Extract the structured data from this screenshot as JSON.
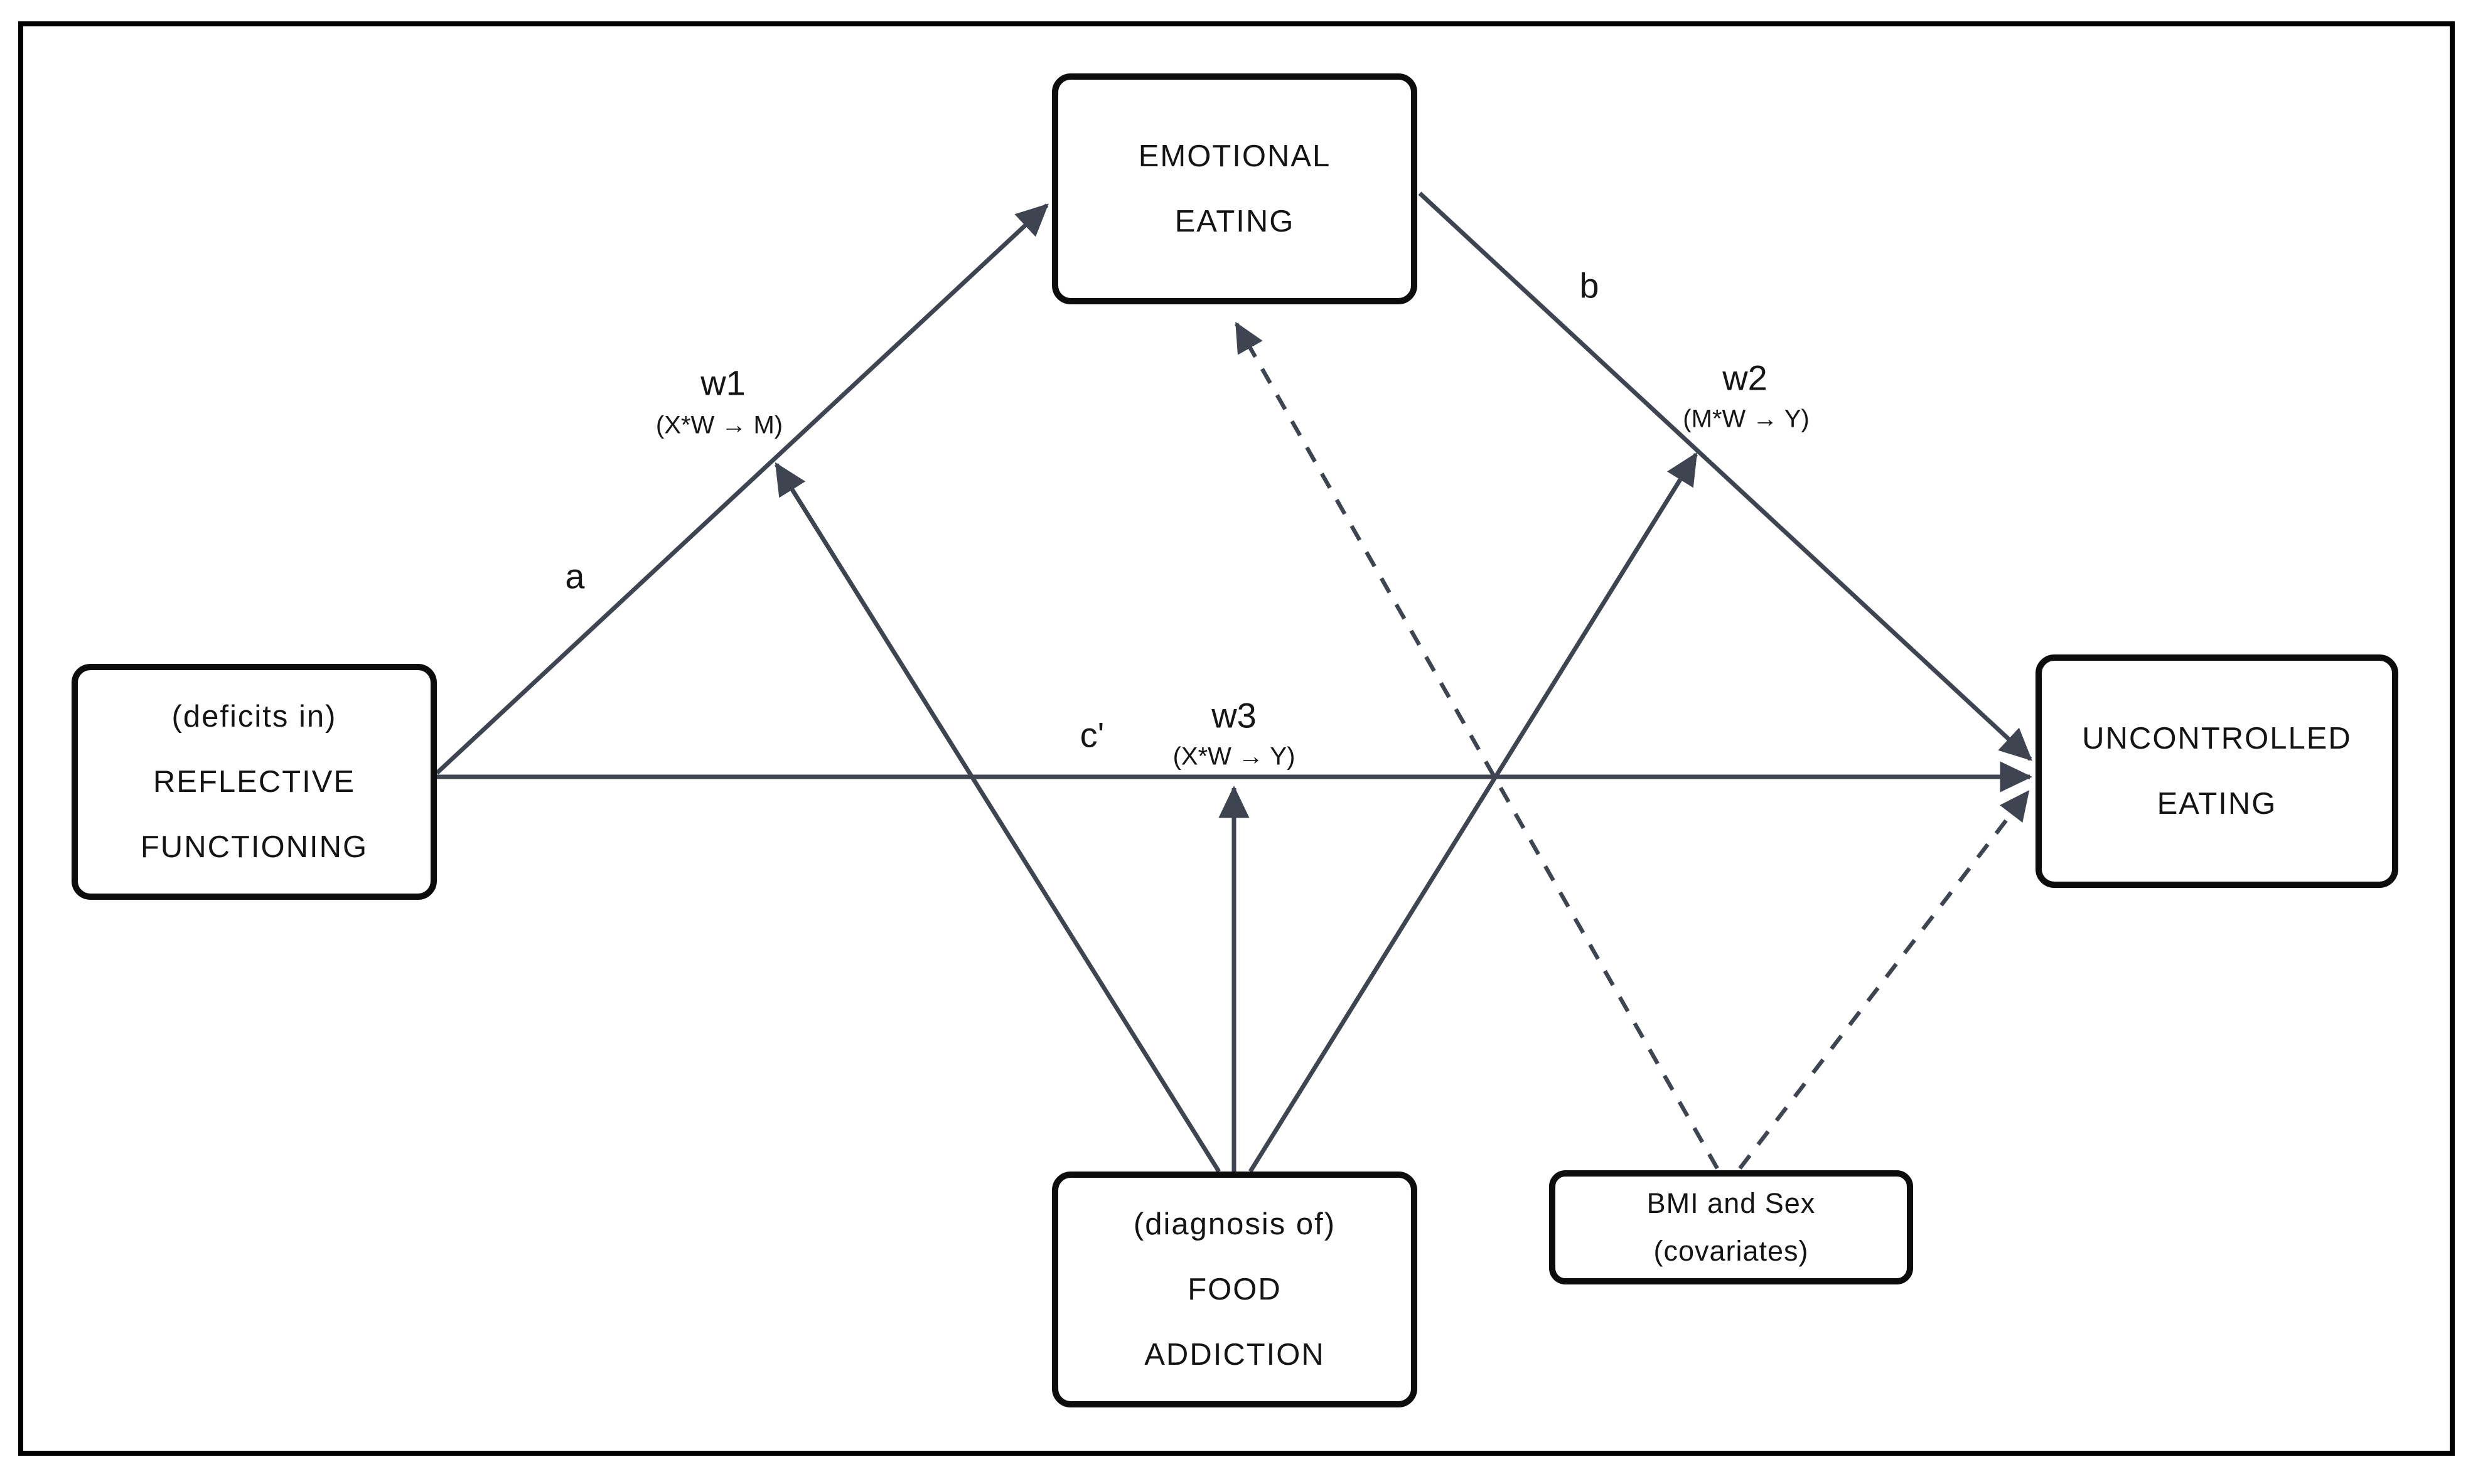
{
  "figure": {
    "type": "path-diagram",
    "nodes": {
      "reflective_functioning": {
        "label": "(deficits in)\nREFLECTIVE\nFUNCTIONING"
      },
      "emotional_eating": {
        "label": "EMOTIONAL\nEATING"
      },
      "uncontrolled_eating": {
        "label": "UNCONTROLLED\nEATING"
      },
      "food_addiction": {
        "label": "(diagnosis of)\nFOOD\nADDICTION"
      },
      "covariates": {
        "label": "BMI and Sex\n(covariates)"
      }
    },
    "path_labels": {
      "a": "a",
      "b": "b",
      "c_prime": "c'",
      "w1": "w1",
      "w1_formula": "(X*W → M)",
      "w2": "w2",
      "w2_formula": "(M*W → Y)",
      "w3": "w3",
      "w3_formula": "(X*W → Y)"
    },
    "edges": [
      {
        "from": "reflective_functioning",
        "to": "emotional_eating",
        "label": "a",
        "style": "solid"
      },
      {
        "from": "emotional_eating",
        "to": "uncontrolled_eating",
        "label": "b",
        "style": "solid"
      },
      {
        "from": "reflective_functioning",
        "to": "uncontrolled_eating",
        "label": "c'",
        "style": "solid"
      },
      {
        "from": "food_addiction",
        "to": "path-a",
        "label": "w1 (X*W → M)",
        "style": "solid"
      },
      {
        "from": "food_addiction",
        "to": "path-c'",
        "label": "w3 (X*W → Y)",
        "style": "solid"
      },
      {
        "from": "food_addiction",
        "to": "path-b",
        "label": "w2 (M*W → Y)",
        "style": "solid"
      },
      {
        "from": "covariates",
        "to": "emotional_eating",
        "label": "",
        "style": "dashed"
      },
      {
        "from": "covariates",
        "to": "uncontrolled_eating",
        "label": "",
        "style": "dashed"
      }
    ],
    "colors": {
      "line": "#3e4450",
      "box_border": "#0c0c0c",
      "text": "#141414",
      "background": "#ffffff",
      "outer_border": "#000000"
    }
  }
}
